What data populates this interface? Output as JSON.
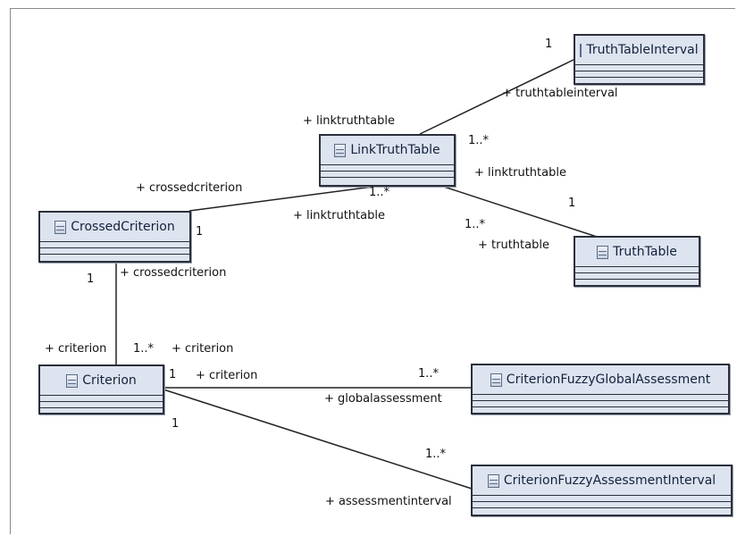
{
  "classes": {
    "truth_table_interval": {
      "name": "TruthTableInterval",
      "icon": "class-icon"
    },
    "link_truth_table": {
      "name": "LinkTruthTable",
      "icon": "class-icon"
    },
    "crossed_criterion": {
      "name": "CrossedCriterion",
      "icon": "class-icon"
    },
    "truth_table": {
      "name": "TruthTable",
      "icon": "class-icon"
    },
    "criterion": {
      "name": "Criterion",
      "icon": "class-icon"
    },
    "criterion_fuzzy_global_assessment": {
      "name": "CriterionFuzzyGlobalAssessment",
      "icon": "class-icon"
    },
    "criterion_fuzzy_assessment_interval": {
      "name": "CriterionFuzzyAssessmentInterval",
      "icon": "class-icon"
    }
  },
  "associations": [
    {
      "from": "LinkTruthTable",
      "to": "TruthTableInterval",
      "role_near_link": "+ linktruthtable",
      "mult_near_link": "1..*",
      "role_near_interval": "+ truthtableinterval",
      "mult_near_interval": "1"
    },
    {
      "from": "CrossedCriterion",
      "to": "LinkTruthTable",
      "role_near_crossed": "+ crossedcriterion",
      "mult_near_crossed": "1",
      "role_near_link": "+ linktruthtable",
      "mult_near_link": "1..*"
    },
    {
      "from": "LinkTruthTable",
      "to": "TruthTable",
      "role_near_link": "+ linktruthtable",
      "mult_near_link": "1..*",
      "role_near_table": "+ truthtable",
      "mult_near_table": "1"
    },
    {
      "from": "CrossedCriterion",
      "to": "Criterion",
      "role_near_crossed": "+ crossedcriterion",
      "mult_near_crossed": "1",
      "role_near_criterion_left": "+ criterion",
      "role_near_criterion_right": "+ criterion",
      "mult_near_criterion": "1..*"
    },
    {
      "from": "Criterion",
      "to": "CriterionFuzzyGlobalAssessment",
      "role_near_criterion": "+ criterion",
      "mult_near_criterion": "1",
      "role_near_global": "+ globalassessment",
      "mult_near_global": "1..*"
    },
    {
      "from": "Criterion",
      "to": "CriterionFuzzyAssessmentInterval",
      "mult_near_criterion": "1",
      "role_near_interval": "+ assessmentinterval",
      "mult_near_interval": "1..*"
    }
  ]
}
